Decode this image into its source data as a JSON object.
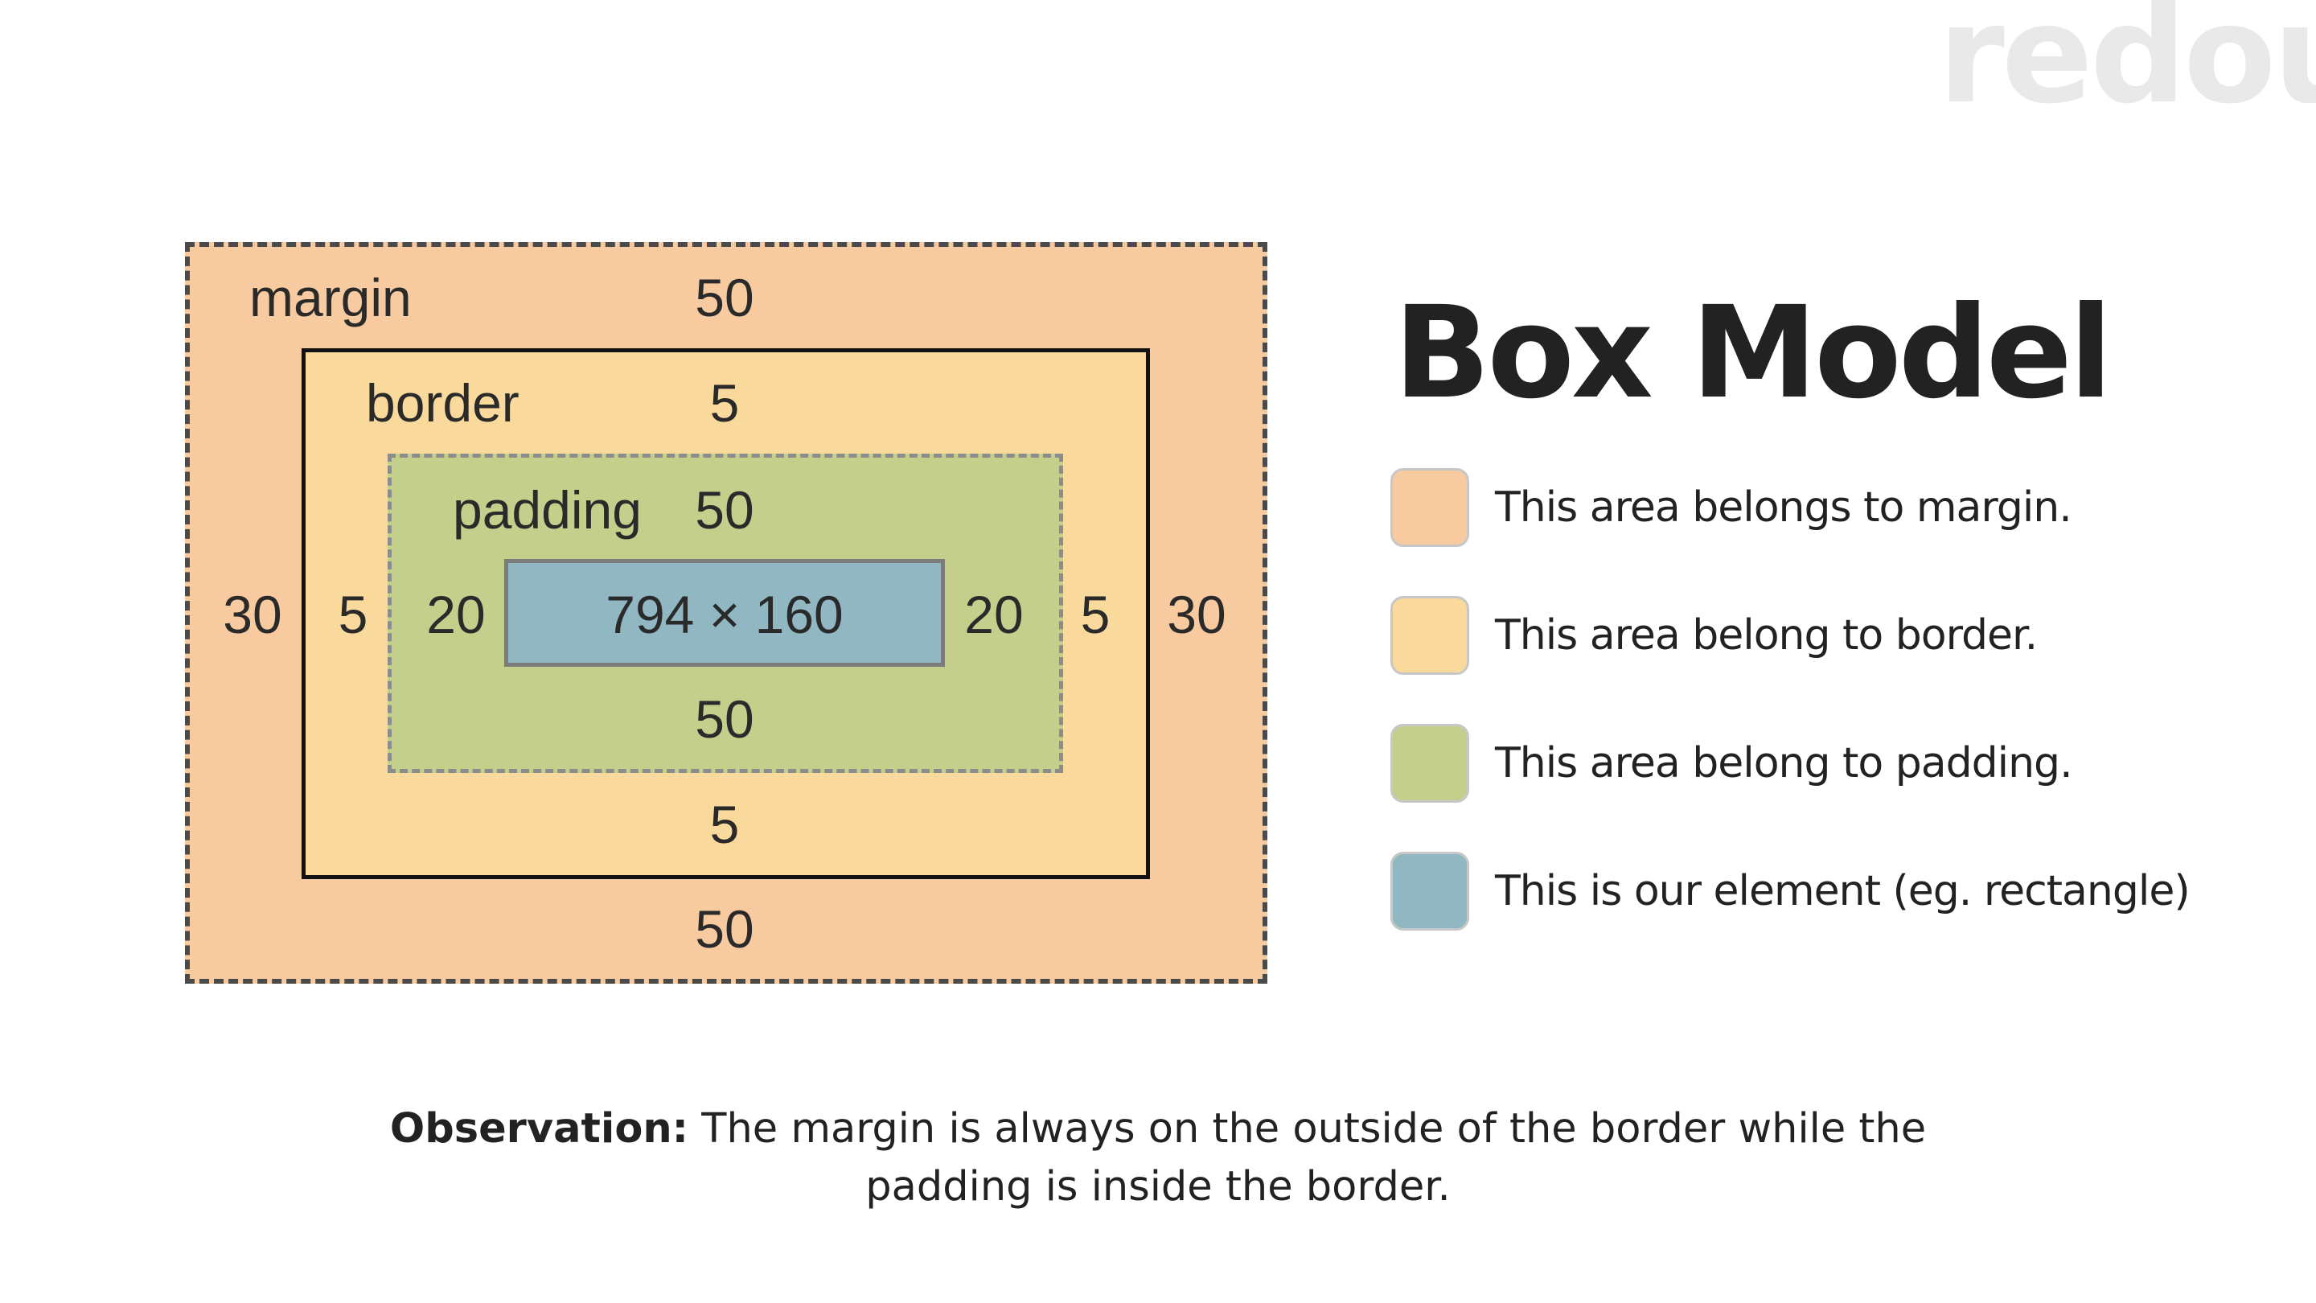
{
  "watermark": "redoui",
  "title": "Box Model",
  "diagram": {
    "margin": {
      "label": "margin",
      "top": "50",
      "bottom": "50",
      "left": "30",
      "right": "30",
      "color": "#f7caa0"
    },
    "border": {
      "label": "border",
      "top": "5",
      "bottom": "5",
      "left": "5",
      "right": "5",
      "color": "#fad99c"
    },
    "padding": {
      "label": "padding",
      "top": "50",
      "bottom": "50",
      "left": "20",
      "right": "20",
      "color": "#c5cf8c"
    },
    "element": {
      "size": "794 × 160",
      "color": "#90b7c2"
    }
  },
  "legend": [
    {
      "text": "This area belongs to margin.",
      "color": "#f7caa0"
    },
    {
      "text": "This area belong to border.",
      "color": "#fad99c"
    },
    {
      "text": "This area belong to padding.",
      "color": "#c5cf8c"
    },
    {
      "text": "This is our element (eg. rectangle)",
      "color": "#90b7c2"
    }
  ],
  "observation": {
    "label": "Observation:",
    "text": " The margin is always on the outside of the border while the padding is inside the border."
  }
}
